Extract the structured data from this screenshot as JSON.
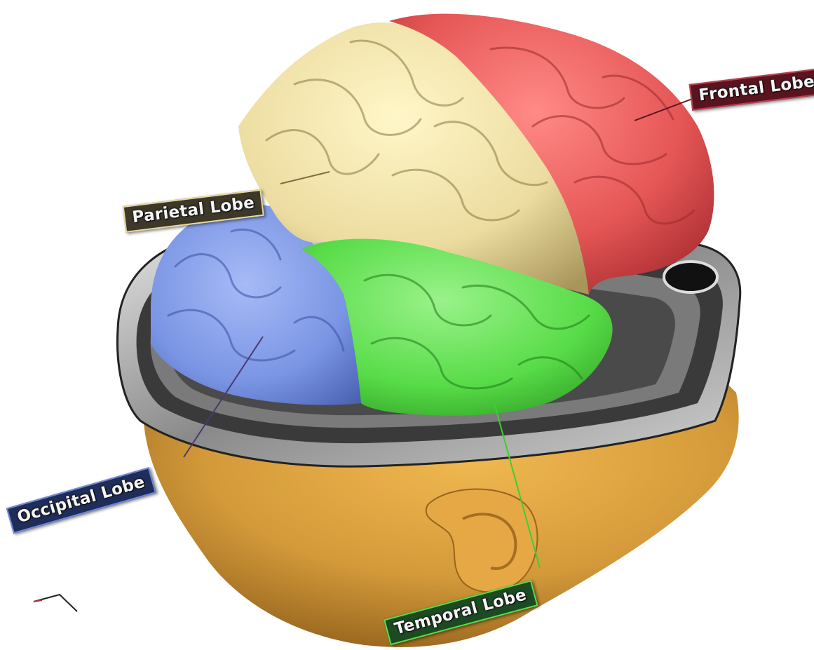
{
  "labels": {
    "frontal": {
      "text": "Frontal Lobe",
      "fill": "#5a1420",
      "border": "#b84050"
    },
    "parietal": {
      "text": "Parietal Lobe",
      "fill": "#3d3828",
      "border": "#e6d9a2"
    },
    "occipital": {
      "text": "Occipital Lobe",
      "fill": "#1f2d5a",
      "border": "#6f89d6"
    },
    "temporal": {
      "text": "Temporal Lobe",
      "fill": "#1c4a22",
      "border": "#58e048"
    }
  },
  "colors": {
    "frontal_lobe": "#e95a5a",
    "parietal_lobe": "#f2e3a4",
    "occipital_lobe": "#7e9be8",
    "temporal_lobe": "#5fe04c",
    "head_skin": "#d59b3c",
    "mri_slice": "#9a9a9a"
  }
}
